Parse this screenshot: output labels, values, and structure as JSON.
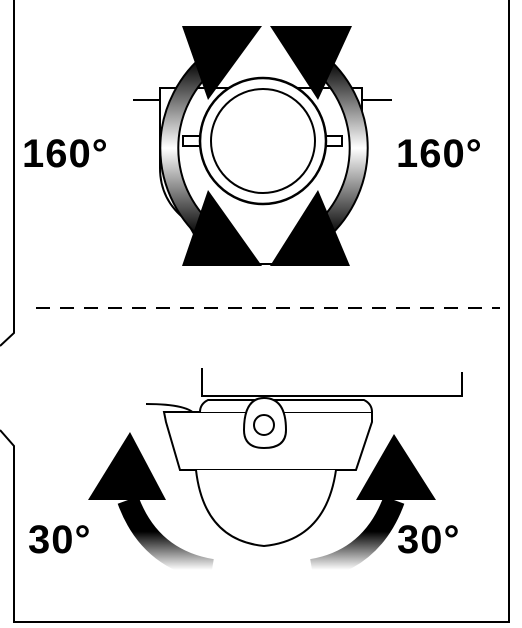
{
  "labels": {
    "pan_left": "160°",
    "pan_right": "160°",
    "tilt_left": "30°",
    "tilt_right": "30°"
  },
  "colors": {
    "ink": "#000000",
    "paper": "#ffffff",
    "gradient_light": "#ffffff",
    "gradient_dark": "#000000"
  },
  "icons": [
    "rotation-arrow-icon",
    "camera-top-view-icon",
    "camera-side-view-icon",
    "tilt-arrow-icon"
  ]
}
